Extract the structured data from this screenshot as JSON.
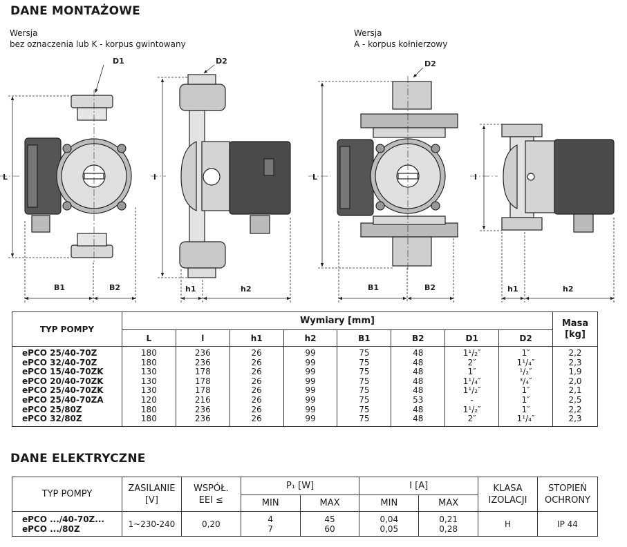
{
  "section1": {
    "title": "DANE MONTAŻOWE"
  },
  "version_left": {
    "line1": "Wersja",
    "line2": "bez oznaczenia lub K - korpus gwintowany"
  },
  "version_right": {
    "line1": "Wersja",
    "line2": "A - korpus kołnierzowy"
  },
  "dims": {
    "D1": "D1",
    "D2": "D2",
    "L": "L",
    "l": "l",
    "B1": "B1",
    "B2": "B2",
    "h1": "h1",
    "h2": "h2"
  },
  "table1": {
    "col_type": "TYP POMPY",
    "group_dims": "Wymiary [mm]",
    "col_mass_line1": "Masa",
    "col_mass_line2": "[kg]",
    "cols": [
      "L",
      "l",
      "h1",
      "h2",
      "B1",
      "B2",
      "D1",
      "D2"
    ],
    "rows": [
      {
        "name": "ePCO 25/40-70Z",
        "L": "180",
        "l": "236",
        "h1": "26",
        "h2": "99",
        "B1": "75",
        "B2": "48",
        "D1": "1¹/₂″",
        "D2": "1″",
        "mass": "2,2"
      },
      {
        "name": "ePCO 32/40-70Z",
        "L": "180",
        "l": "236",
        "h1": "26",
        "h2": "99",
        "B1": "75",
        "B2": "48",
        "D1": "2″",
        "D2": "1¹/₄″",
        "mass": "2,3"
      },
      {
        "name": "ePCO 15/40-70ZK",
        "L": "130",
        "l": "178",
        "h1": "26",
        "h2": "99",
        "B1": "75",
        "B2": "48",
        "D1": "1″",
        "D2": "¹/₂″",
        "mass": "1,9"
      },
      {
        "name": "ePCO 20/40-70ZK",
        "L": "130",
        "l": "178",
        "h1": "26",
        "h2": "99",
        "B1": "75",
        "B2": "48",
        "D1": "1¹/₄″",
        "D2": "³/₄″",
        "mass": "2,0"
      },
      {
        "name": "ePCO 25/40-70ZK",
        "L": "130",
        "l": "178",
        "h1": "26",
        "h2": "99",
        "B1": "75",
        "B2": "48",
        "D1": "1¹/₂″",
        "D2": "1″",
        "mass": "2,1"
      },
      {
        "name": "ePCO 25/40-70ZA",
        "L": "120",
        "l": "216",
        "h1": "26",
        "h2": "99",
        "B1": "75",
        "B2": "53",
        "D1": "-",
        "D2": "1″",
        "mass": "2,5"
      },
      {
        "name": "ePCO 25/80Z",
        "L": "180",
        "l": "236",
        "h1": "26",
        "h2": "99",
        "B1": "75",
        "B2": "48",
        "D1": "1¹/₂″",
        "D2": "1″",
        "mass": "2,2"
      },
      {
        "name": "ePCO 32/80Z",
        "L": "180",
        "l": "236",
        "h1": "26",
        "h2": "99",
        "B1": "75",
        "B2": "48",
        "D1": "2″",
        "D2": "1¹/₄″",
        "mass": "2,3"
      }
    ]
  },
  "section2": {
    "title": "DANE ELEKTRYCZNE"
  },
  "table2": {
    "col_type": "TYP POMPY",
    "col_supply_line1": "ZASILANIE",
    "col_supply_line2": "[V]",
    "col_eei_line1": "WSPÓŁ.",
    "col_eei_line2": "EEI ≤",
    "group_p1": "P₁ [W]",
    "group_i": "I [A]",
    "min": "MIN",
    "max": "MAX",
    "col_class_line1": "KLASA",
    "col_class_line2": "IZOLACJI",
    "col_ip_line1": "STOPIEŃ",
    "col_ip_line2": "OCHRONY",
    "row": {
      "name1": "ePCO .../40-70Z...",
      "name2": "ePCO .../80Z",
      "supply": "1~230-240",
      "eei": "0,20",
      "p1_min_1": "4",
      "p1_min_2": "7",
      "p1_max_1": "45",
      "p1_max_2": "60",
      "i_min_1": "0,04",
      "i_min_2": "0,05",
      "i_max_1": "0,21",
      "i_max_2": "0,28",
      "class": "H",
      "ip": "IP 44"
    }
  }
}
